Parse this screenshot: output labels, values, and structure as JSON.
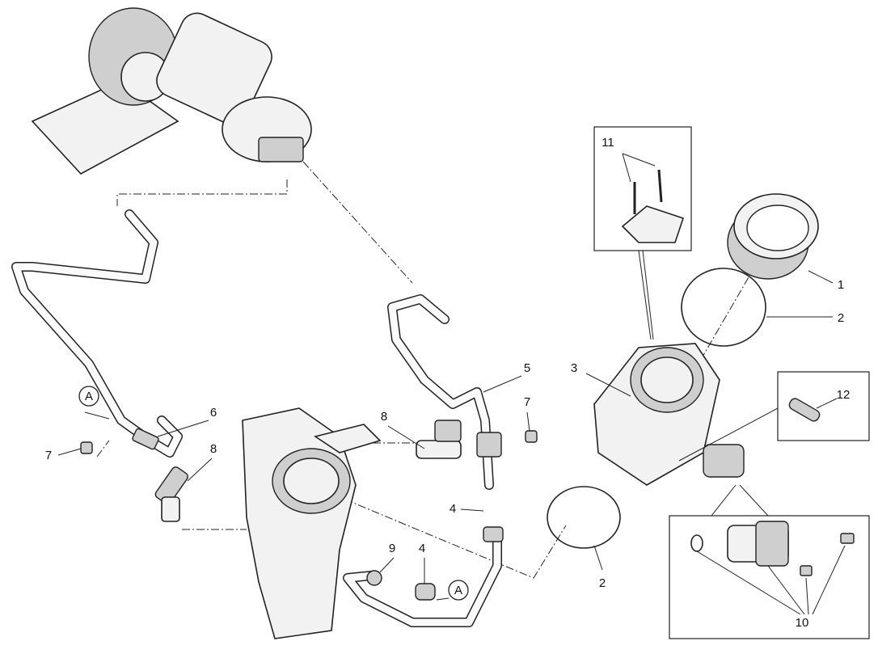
{
  "diagram": {
    "type": "exploded parts view",
    "callouts": {
      "c1": "1",
      "c2a": "2",
      "c2b": "2",
      "c3": "3",
      "c4a": "4",
      "c4b": "4",
      "c5": "5",
      "c6": "6",
      "c7a": "7",
      "c7b": "7",
      "c8a": "8",
      "c8b": "8",
      "c9": "9",
      "c10": "10",
      "c11": "11",
      "c12": "12"
    },
    "connectors": {
      "a1": "A",
      "a2": "A"
    }
  }
}
